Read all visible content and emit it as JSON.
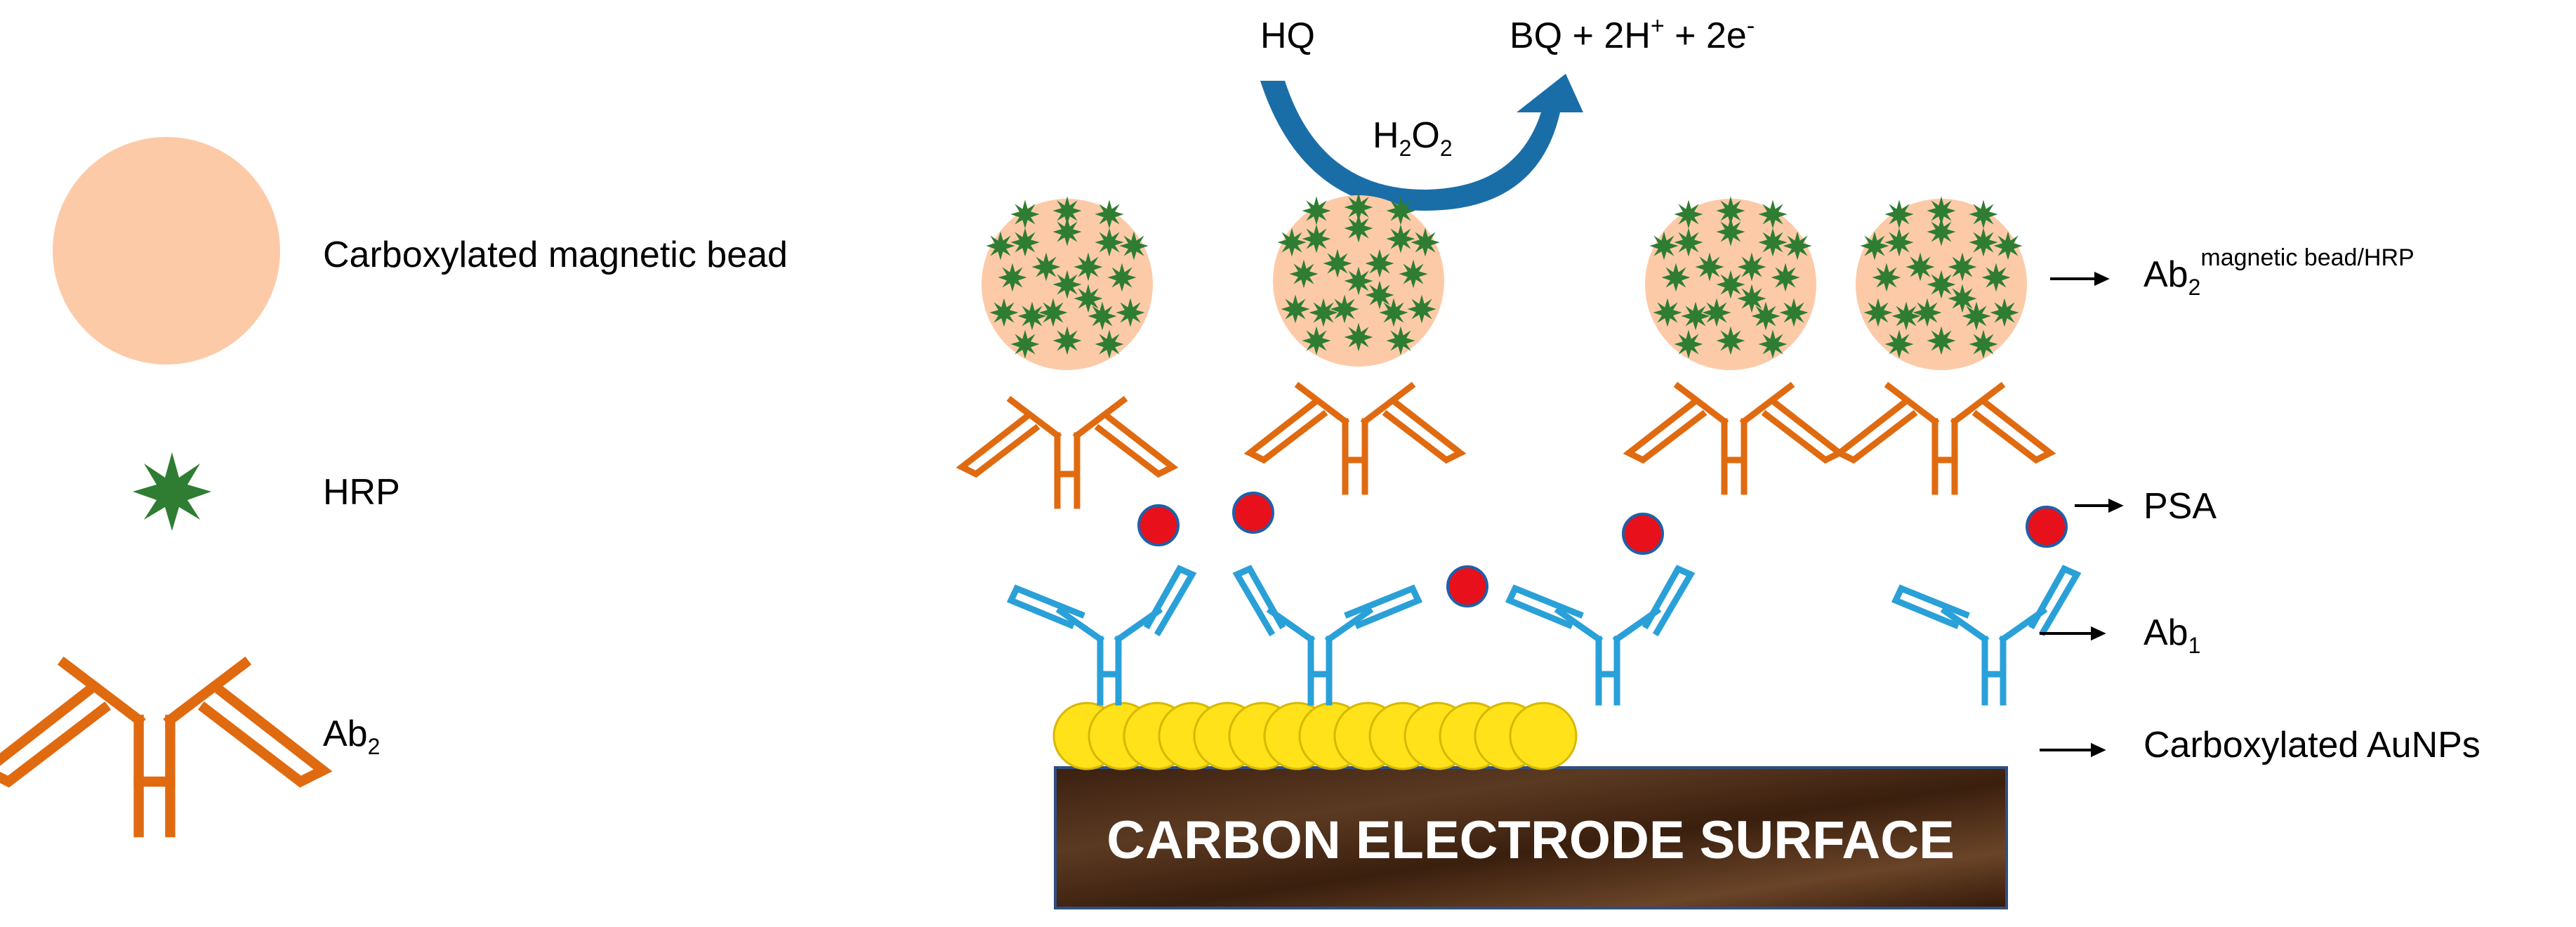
{
  "legend": {
    "bead": "Carboxylated magnetic bead",
    "hrp": "HRP",
    "ab2": {
      "main": "Ab",
      "sub": "2"
    }
  },
  "reaction": {
    "reactant": "HQ",
    "product": {
      "p1": "BQ + 2H",
      "p1_sup": "+",
      "p2": " + 2e",
      "p2_sup": "-"
    },
    "catalyst": {
      "c1": "H",
      "c1_sub": "2",
      "c2": "O",
      "c2_sub": "2"
    }
  },
  "labels": {
    "ab2_complex": {
      "main": "Ab",
      "sub": "2",
      "sup": "magnetic bead/HRP"
    },
    "psa": "PSA",
    "ab1": {
      "main": "Ab",
      "sub": "1"
    },
    "aunps": "Carboxylated AuNPs"
  },
  "surface": "CARBON ELECTRODE SURFACE",
  "colors": {
    "bead": "#fdcaa8",
    "hrp": "#2e7d32",
    "ab2": "#e06a10",
    "ab1": "#2aa0d8",
    "psa": "#e8101a",
    "aunp": "#ffe21a",
    "electrode": "#4a2a14",
    "arrow": "#1a6ea8"
  }
}
